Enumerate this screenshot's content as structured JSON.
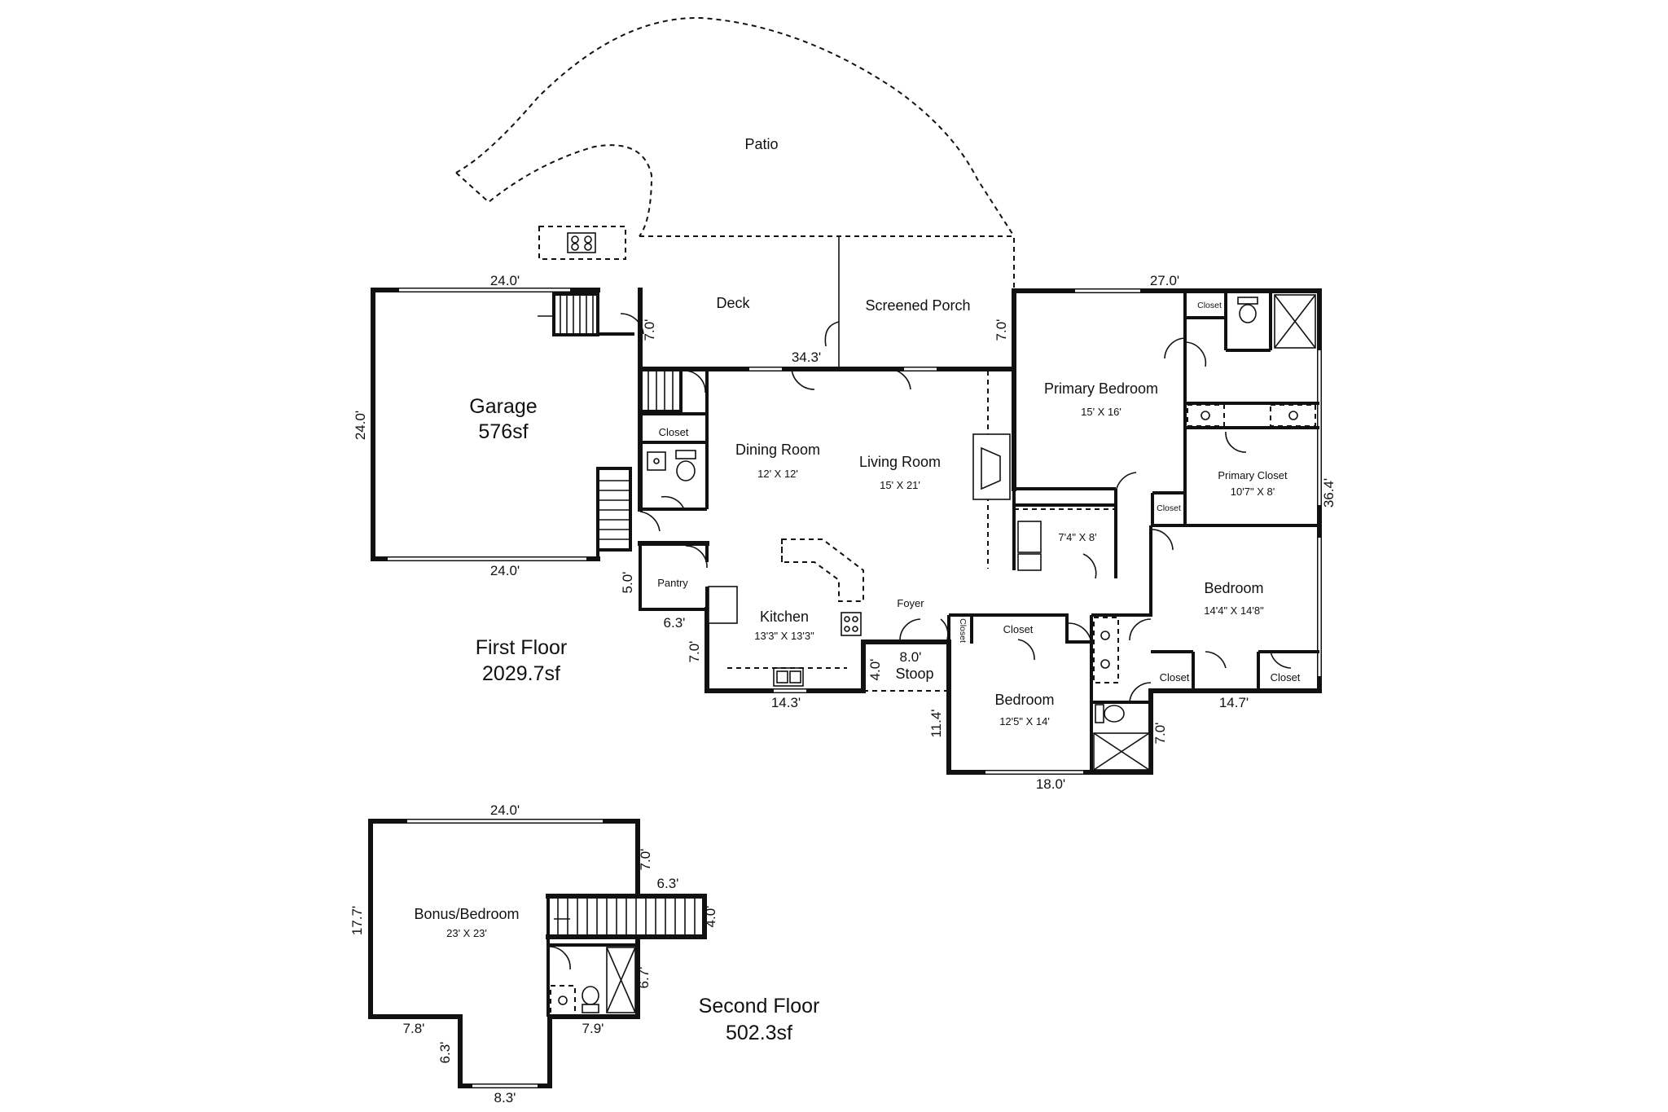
{
  "patio": {
    "label": "Patio"
  },
  "deck": {
    "label": "Deck"
  },
  "screened_porch": {
    "label": "Screened Porch"
  },
  "garage": {
    "label": "Garage",
    "area": "576sf"
  },
  "first_floor": {
    "label": "First Floor",
    "area": "2029.7sf"
  },
  "second_floor": {
    "label": "Second Floor",
    "area": "502.3sf"
  },
  "rooms": {
    "dining": {
      "label": "Dining Room",
      "size": "12' X 12'"
    },
    "living": {
      "label": "Living Room",
      "size": "15' X 21'"
    },
    "kitchen": {
      "label": "Kitchen",
      "size": "13'3\" X 13'3\""
    },
    "pantry": {
      "label": "Pantry"
    },
    "foyer": {
      "label": "Foyer"
    },
    "stoop": {
      "label": "Stoop"
    },
    "primary_bedroom": {
      "label": "Primary Bedroom",
      "size": "15' X 16'"
    },
    "primary_closet": {
      "label": "Primary Closet",
      "size": "10'7\" X 8'"
    },
    "laundry": {
      "size": "7'4\" X 8'"
    },
    "bedroom_east": {
      "label": "Bedroom",
      "size": "14'4\" X 14'8\""
    },
    "bedroom_south": {
      "label": "Bedroom",
      "size": "12'5\" X 14'"
    },
    "bonus": {
      "label": "Bonus/Bedroom",
      "size": "23' X 23'"
    }
  },
  "closets": {
    "label": "Closet"
  },
  "dimensions": {
    "garage_top": "24.0'",
    "garage_bottom": "24.0'",
    "garage_side": "24.0'",
    "deck_side": "7.0'",
    "porch_side": "7.0'",
    "house_top": "34.3'",
    "wing_top": "27.0'",
    "wing_side": "36.4'",
    "pantry_side": "5.0'",
    "pantry_bottom": "6.3'",
    "kitchen_side": "7.0'",
    "kitchen_bottom": "14.3'",
    "stoop_width": "8.0'",
    "stoop_depth": "4.0'",
    "bedroom_side": "11.4'",
    "bedroom_bottom": "18.0'",
    "bath_side": "7.0'",
    "bedrooms_bottom": "14.7'",
    "bonus_top": "24.0'",
    "bonus_side": "17.7'",
    "bonus_notch": "7.0'",
    "stair_top": "6.3'",
    "stair_end": "4.0'",
    "bath2_side": "6.7'",
    "bonus_bottom_left": "7.8'",
    "bonus_bottom_mid": "7.9'",
    "bonus_lower_side": "6.3'",
    "bonus_bottom": "8.3'"
  }
}
